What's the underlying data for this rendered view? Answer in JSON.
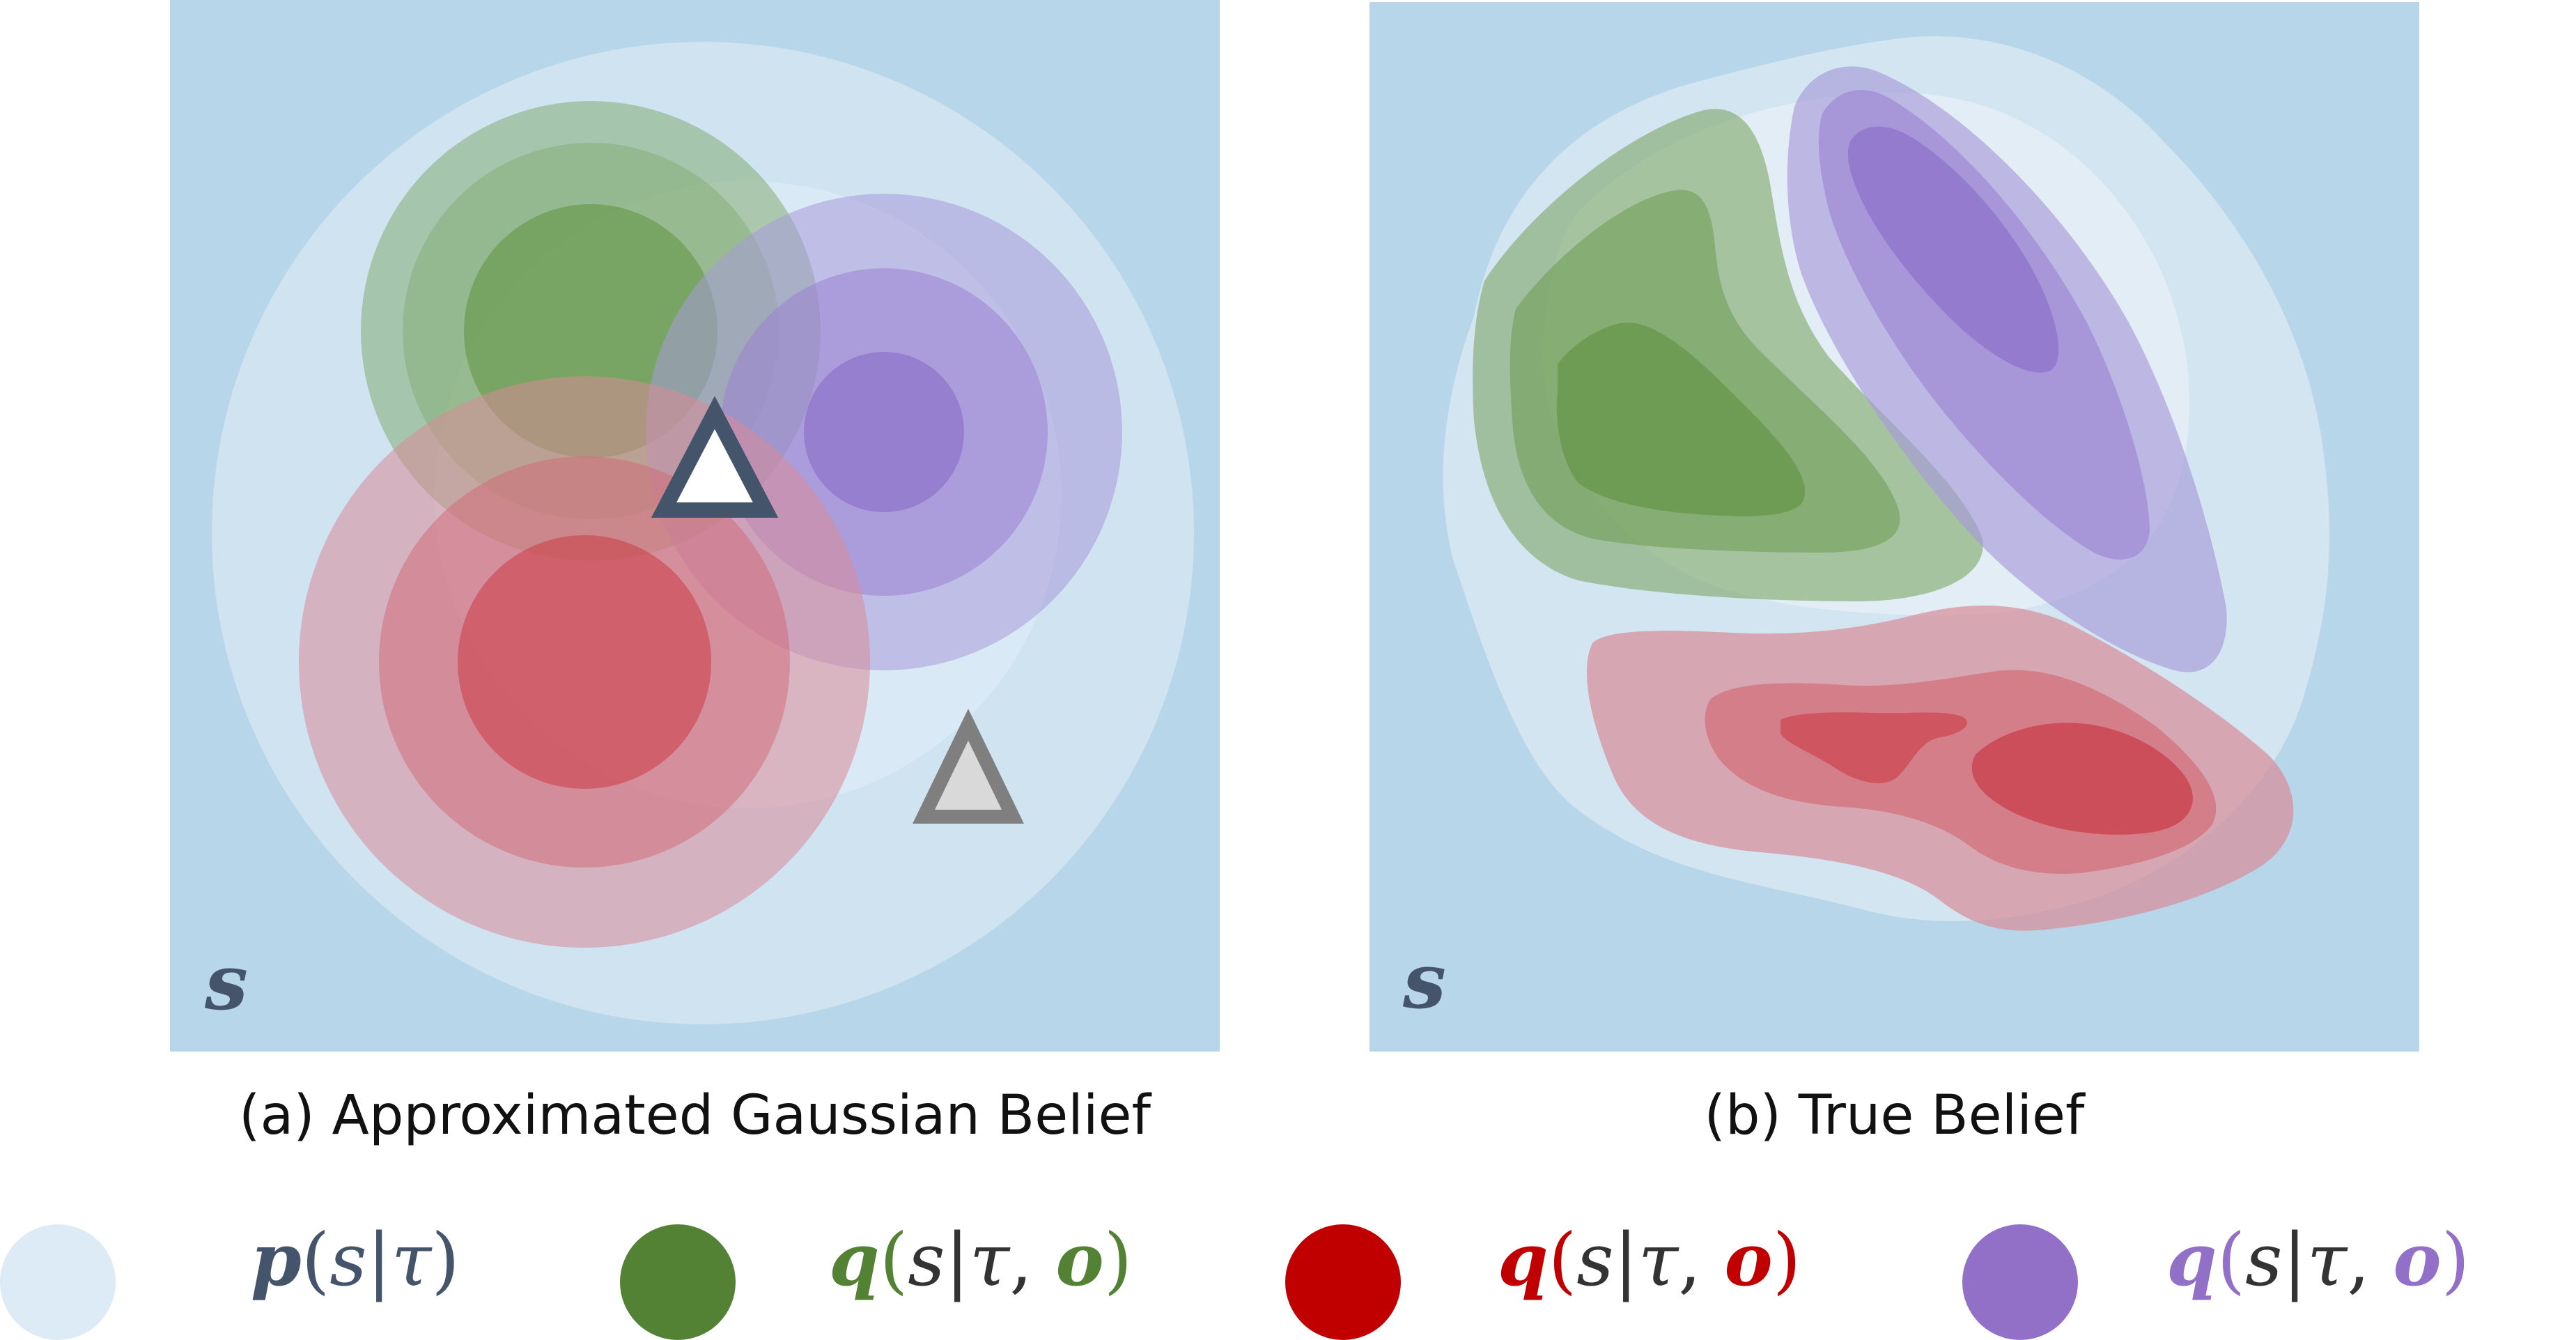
{
  "space_symbol": "s",
  "captions": {
    "a": "(a) Approximated Gaussian Belief",
    "b": "(b) True Belief"
  },
  "legend": [
    {
      "fn": "p",
      "open": "(",
      "var": "s",
      "bar": "|",
      "tau": "τ",
      "comma": "",
      "obs": "",
      "close": ")",
      "color": "#dcebf5",
      "text_color": "#44546a"
    },
    {
      "fn": "q",
      "open": "(",
      "var": "s",
      "bar": "|",
      "tau": "τ",
      "comma": ", ",
      "obs": "o",
      "close": ")",
      "color": "#548235",
      "text_color": "#548235"
    },
    {
      "fn": "q",
      "open": "(",
      "var": "s",
      "bar": "|",
      "tau": "τ",
      "comma": ", ",
      "obs": "o",
      "close": ")",
      "color": "#c00000",
      "text_color": "#c00000"
    },
    {
      "fn": "q",
      "open": "(",
      "var": "s",
      "bar": "|",
      "tau": "τ",
      "comma": ", ",
      "obs": "o",
      "close": ")",
      "color": "#9370c8",
      "text_color": "#9370c8"
    }
  ],
  "colors": {
    "panel_bg": "#b8d6e9",
    "prior": "#dcebf5",
    "green": "#548235",
    "red": "#c00000",
    "purple": "#9370c8",
    "label": "#44546a"
  }
}
